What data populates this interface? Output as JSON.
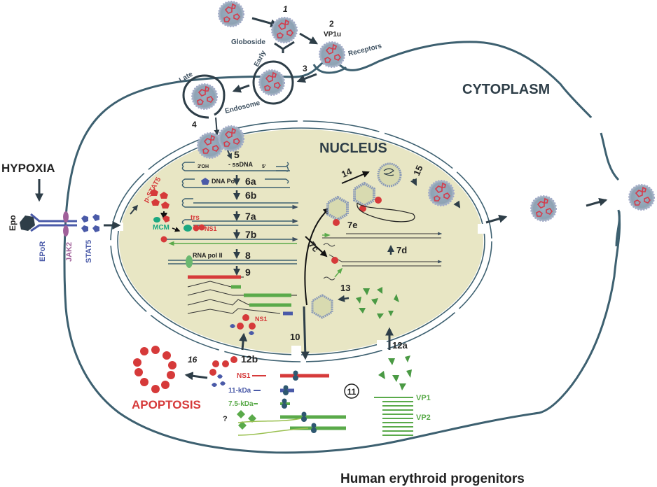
{
  "title": "Human erythroid progenitors",
  "colors": {
    "membrane": "#3d6070",
    "nucleus": "#e8e6c4",
    "text_dark": "#2e3e48",
    "red": "#d63a3a",
    "green": "#5aaa4a",
    "blue": "#4a5aa8",
    "purple": "#a0609a",
    "teal": "#1aa880"
  },
  "regions": {
    "cytoplasm": "CYTOPLASM",
    "nucleus": "NUCLEUS"
  },
  "entry": {
    "step1": "1",
    "step2": "2",
    "step3": "3",
    "step4": "4",
    "vp1u": "VP1u",
    "globoside": "Globoside",
    "receptors": "Receptors",
    "early": "Early",
    "late": "Late",
    "endosome": "Endosome"
  },
  "signaling": {
    "hypoxia": "HYPOXIA",
    "epo": "Epo",
    "epor": "EPoR",
    "jak2": "JAK2",
    "stat5": "STAT5",
    "pstat5": "p-STAT5",
    "mcm": "MCM"
  },
  "replication": {
    "step5": "5",
    "ssdna": "- ssDNA",
    "three_oh": "3'OH",
    "five_prime": "5'",
    "dna_pol": "DNA Pol",
    "step6a": "6a",
    "step6b": "6b",
    "step7a": "7a",
    "trs": "trs",
    "ns1": "NS1",
    "step7b": "7b",
    "step7c": "7c",
    "step7d": "7d",
    "step7e": "7e",
    "rna_pol": "RNA pol II",
    "step8": "8",
    "step9": "9"
  },
  "assembly": {
    "step13": "13",
    "step14": "14",
    "step15": "15"
  },
  "translation": {
    "step10": "10",
    "step11": "11",
    "step12a": "12a",
    "step12b": "12b",
    "step16": "16",
    "ns1_nuc": "NS1",
    "ns1_label": "NS1",
    "kda11": "11-kDa",
    "kda75": "7.5-kDa",
    "unknown": "?",
    "vp1": "VP1",
    "vp2": "VP2",
    "apoptosis": "APOPTOSIS"
  }
}
